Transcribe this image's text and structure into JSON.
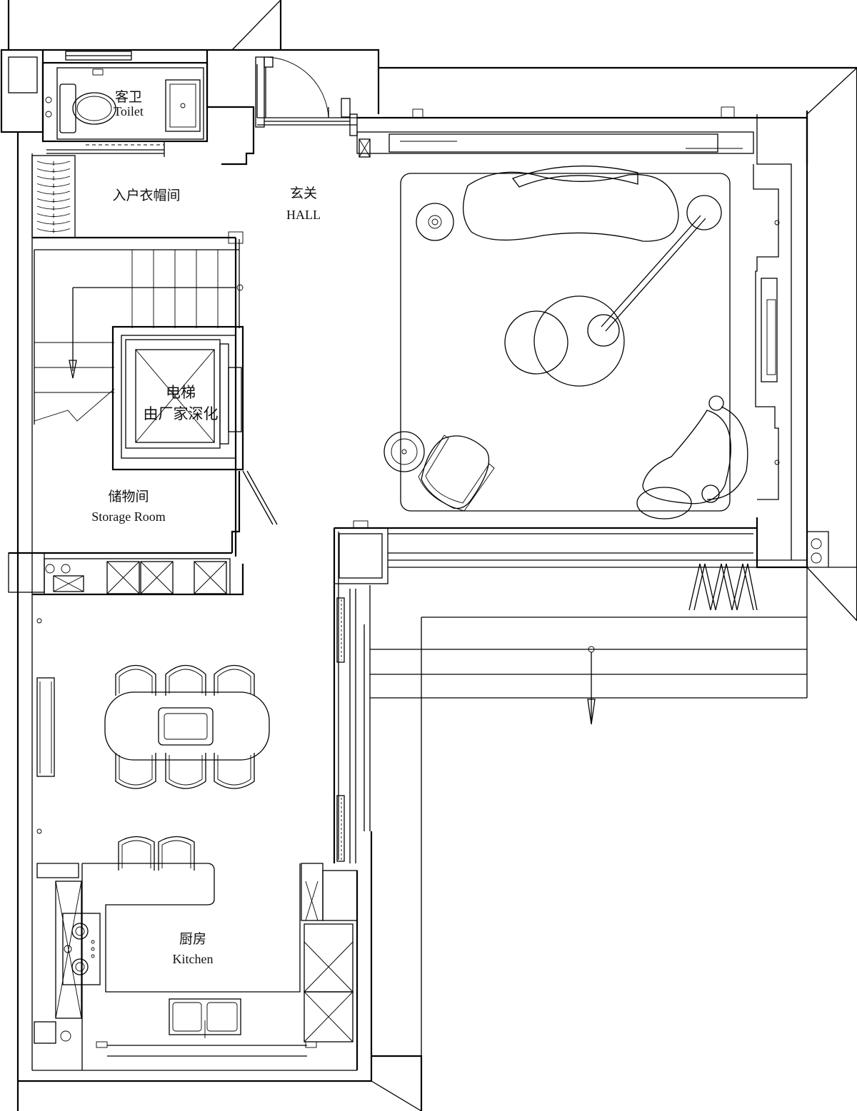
{
  "rooms": {
    "guest_toilet": {
      "cn": "客卫",
      "en": "Toilet"
    },
    "cloakroom": {
      "cn": "入户衣帽间"
    },
    "hall": {
      "cn": "玄关",
      "en": "HALL"
    },
    "elevator": {
      "cn": "电梯",
      "note": "由厂家深化"
    },
    "storage": {
      "cn": "储物间",
      "en": "Storage Room"
    },
    "kitchen": {
      "cn": "厨房",
      "en": "Kitchen"
    }
  }
}
